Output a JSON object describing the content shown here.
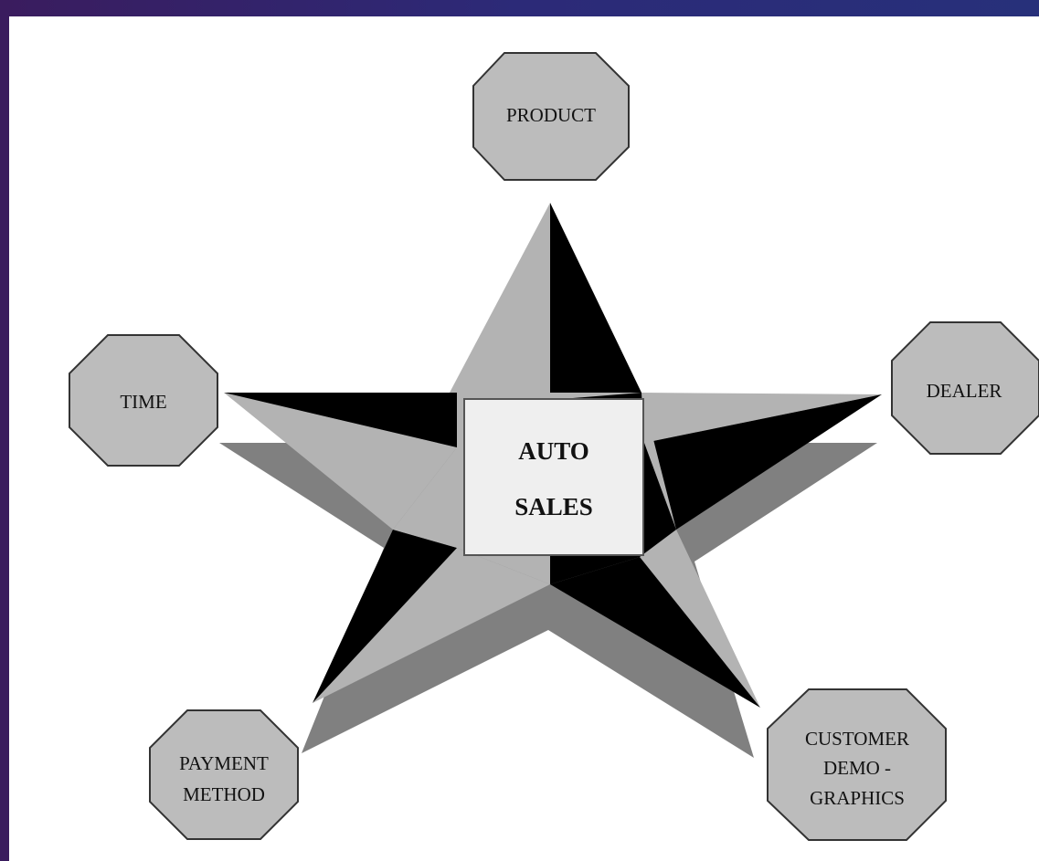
{
  "center": {
    "line1": "AUTO",
    "line2": "SALES"
  },
  "dimensions": {
    "product": {
      "lines": [
        "PRODUCT"
      ]
    },
    "dealer": {
      "lines": [
        "DEALER"
      ]
    },
    "time": {
      "lines": [
        "TIME"
      ]
    },
    "payment": {
      "lines": [
        "PAYMENT",
        "METHOD"
      ]
    },
    "customer": {
      "lines": [
        "CUSTOMER",
        "DEMO -",
        "GRAPHICS"
      ]
    }
  },
  "colors": {
    "light": "#b3b3b3",
    "dark": "#000000",
    "shadow": "#808080",
    "box": "#efefef",
    "frame": "#2c2a78"
  }
}
